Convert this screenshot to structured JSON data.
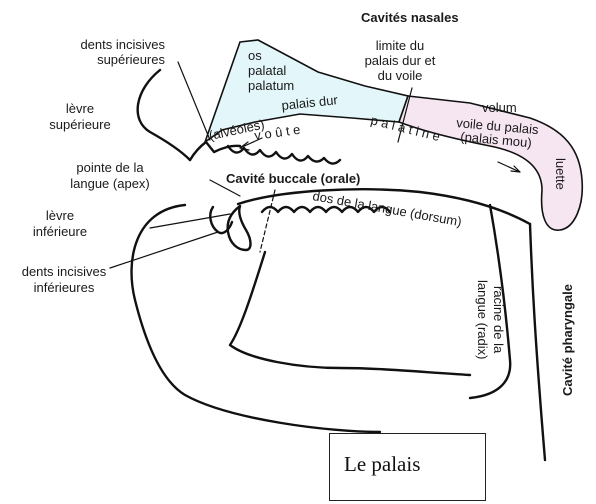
{
  "colors": {
    "hard_palate_fill": "#e3f7fa",
    "soft_palate_fill": "#f6e6f2",
    "outline": "#111111"
  },
  "labels": {
    "cavites_nasales": "Cavités nasales",
    "dents_sup_1": "dents incisives",
    "dents_sup_2": "supérieures",
    "os_1": "os",
    "os_2": "palatal",
    "os_3": "palatum",
    "limite_1": "limite du",
    "limite_2": "palais dur et",
    "limite_3": "du voile",
    "levre_sup_1": "lèvre",
    "levre_sup_2": "supérieure",
    "alveoles": "(alvéoles)",
    "palais_dur": "palais dur",
    "velum": "velum",
    "voile_1": "voile du palais",
    "voile_2": "(palais mou)",
    "voute_1": "v o û t e",
    "voute_2": "p a l a t i n e",
    "luette": "luette",
    "pointe_1": "pointe de la",
    "pointe_2": "langue (apex)",
    "cavite_buccale": "Cavité buccale (orale)",
    "dos_langue": "dos de la langue (dorsum)",
    "levre_inf_1": "lèvre",
    "levre_inf_2": "inférieure",
    "dents_inf_1": "dents incisives",
    "dents_inf_2": "inférieures",
    "racine_1": "racine de la",
    "racine_2": "langue (radix)",
    "cavite_pharyngale": "Cavité pharyngale"
  },
  "caption": "Le palais"
}
